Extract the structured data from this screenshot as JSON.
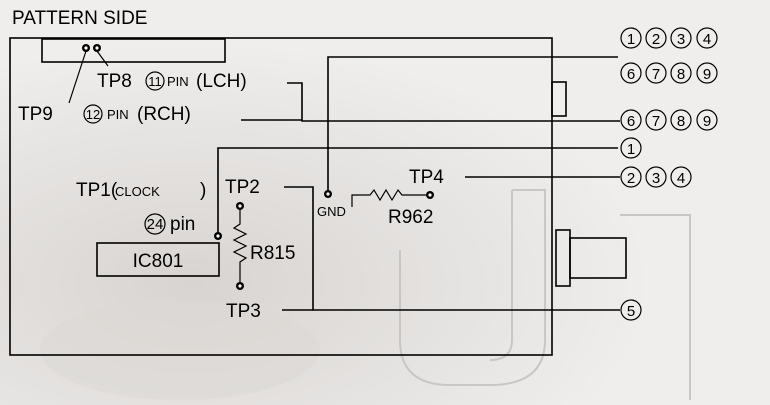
{
  "title": "PATTERN SIDE",
  "test_points": {
    "tp8": {
      "label": "TP8",
      "pin_num": "11",
      "pin_text": "PIN",
      "channel": "(LCH)"
    },
    "tp9": {
      "label": "TP9",
      "pin_num": "12",
      "pin_text": "PIN",
      "channel": "(RCH)"
    },
    "tp1": {
      "label": "TP1(",
      "clock": "CLOCK",
      "close": ")",
      "pin_num": "24",
      "pin_text": "pin"
    },
    "tp2": "TP2",
    "tp3": "TP3",
    "tp4": "TP4"
  },
  "components": {
    "ic": "IC801",
    "r815": "R815",
    "r962": "R962",
    "gnd": "GND"
  },
  "connector_groups": {
    "row1": [
      "1",
      "2",
      "3",
      "4"
    ],
    "row2": [
      "6",
      "7",
      "8",
      "9"
    ],
    "row3": [
      "6",
      "7",
      "8",
      "9"
    ],
    "row4": [
      "1"
    ],
    "row5": [
      "2",
      "3",
      "4"
    ],
    "row6": [
      "5"
    ]
  }
}
